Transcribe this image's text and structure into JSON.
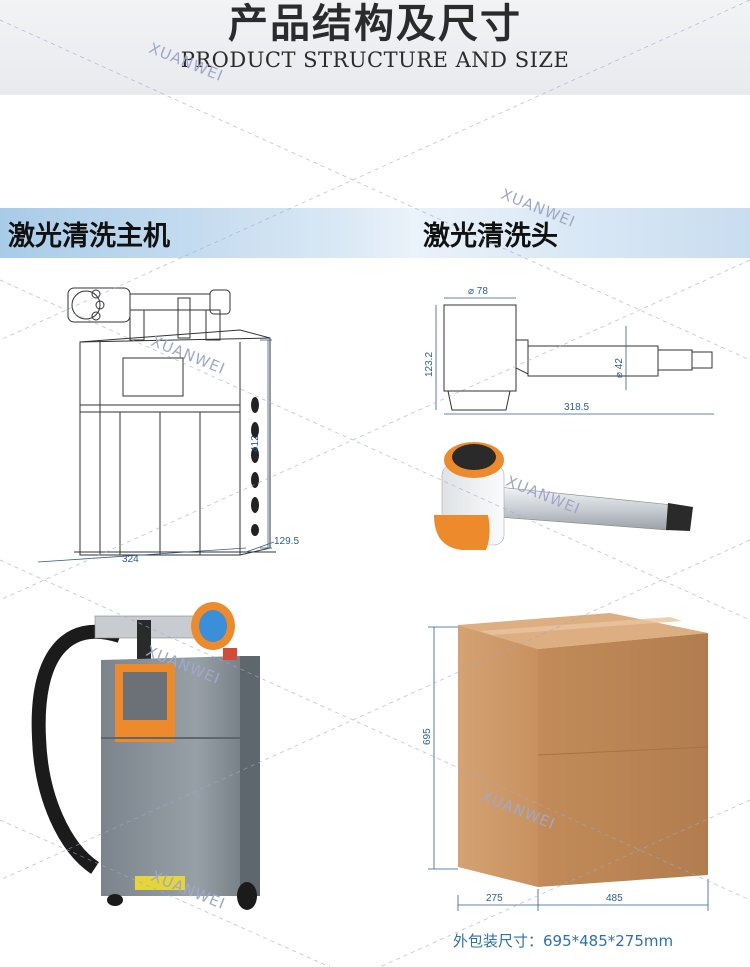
{
  "header": {
    "title_cn": "产品结构及尺寸",
    "title_en": "PRODUCT STRUCTURE AND SIZE"
  },
  "sections": {
    "main_unit": "激光清洗主机",
    "head": "激光清洗头"
  },
  "watermark": "XUANWEI",
  "main_unit_dims": {
    "width": "324",
    "height": "412",
    "depth": "129.5"
  },
  "head_dims": {
    "top_diameter": "⌀ 78",
    "height": "123.2",
    "nozzle_diameter": "⌀ 42",
    "length": "318.5"
  },
  "box_dims": {
    "height": "695",
    "depth": "275",
    "width": "485"
  },
  "caption": "外包装尺寸：695*485*275mm",
  "colors": {
    "accent_orange": "#ec8a2c",
    "body_gray": "#8a9299",
    "dimension_blue": "#2b5d97",
    "cardboard": "#d5a072"
  }
}
